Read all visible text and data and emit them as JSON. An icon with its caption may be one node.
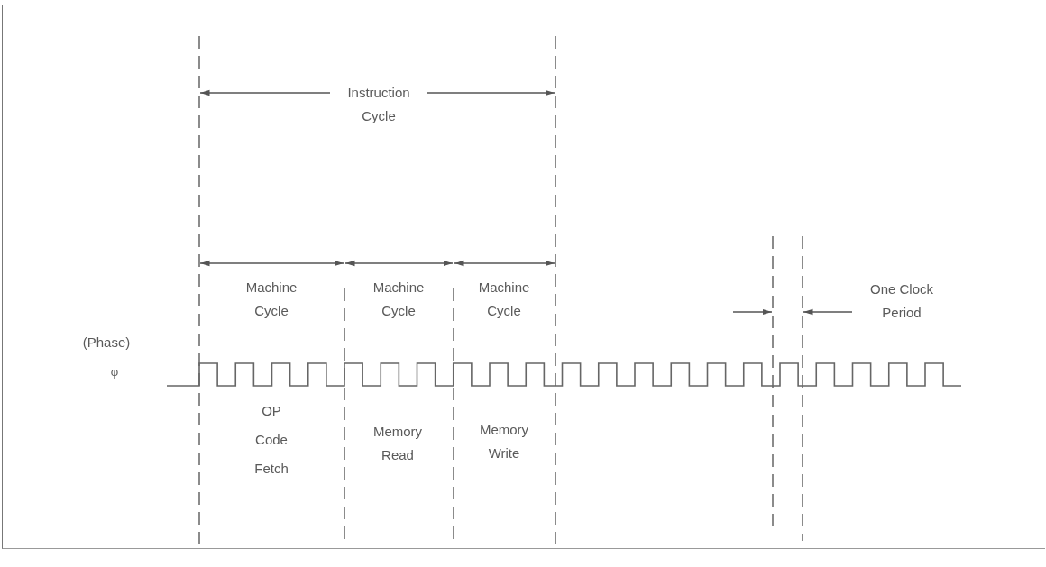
{
  "diagram": {
    "labels": [
      "Instruction Cycle",
      "Machine Cycle",
      "Machine Cycle",
      "Machine Cycle",
      "One Clock Period",
      "(Phase)",
      "φ",
      "OP Code Fetch",
      "Memory Read",
      "Memory Write"
    ]
  }
}
